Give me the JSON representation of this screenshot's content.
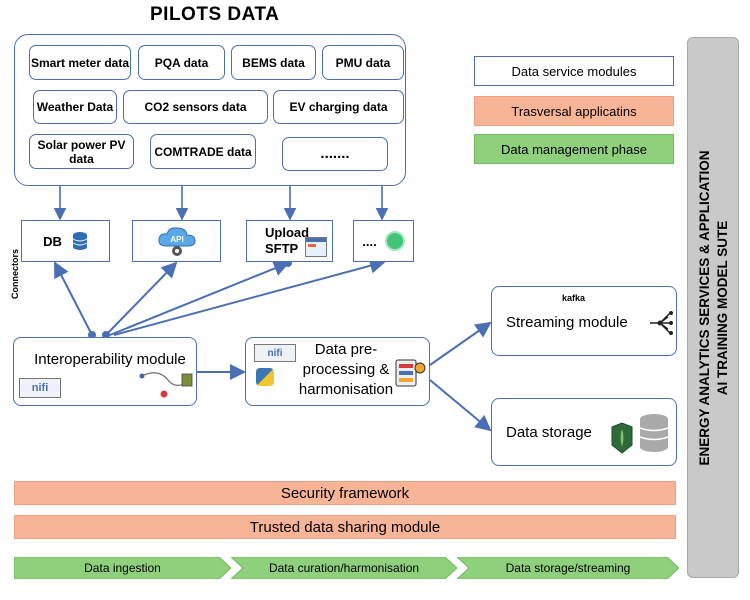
{
  "title": "PILOTS DATA",
  "pilot_items": [
    "Smart meter data",
    "PQA data",
    "BEMS data",
    "PMU data",
    "Weather Data",
    "CO2 sensors data",
    "EV charging data",
    "Solar power PV data",
    "COMTRADE data",
    "......."
  ],
  "connectors": {
    "label": "Connectors",
    "db": "DB",
    "api": "API",
    "upload": "Upload SFTP",
    "more": "...."
  },
  "legend": {
    "data_service": "Data service modules",
    "transversal": "Trasversal applicatins",
    "data_management": "Data management phase"
  },
  "modules": {
    "interoperability": "Interoperability module",
    "preprocessing": "Data pre-processing & harmonisation",
    "streaming": "Streaming module",
    "storage": "Data storage",
    "kafka": "kafka",
    "nifi": "nifi",
    "python": "python"
  },
  "bars": {
    "security": "Security framework",
    "trusted": "Trusted data sharing module"
  },
  "phases": [
    "Data ingestion",
    "Data curation/harmonisation",
    "Data storage/streaming"
  ],
  "side_label": {
    "line1": "ENERGY ANALYTICS SERVICES & APPLICATION",
    "line2": "AI TRAINING MODEL SUTE"
  },
  "colors": {
    "blue_border": "#4a6fb5",
    "orange": "#f8b496",
    "green": "#8fd07c",
    "grey": "#c9c9c9"
  }
}
